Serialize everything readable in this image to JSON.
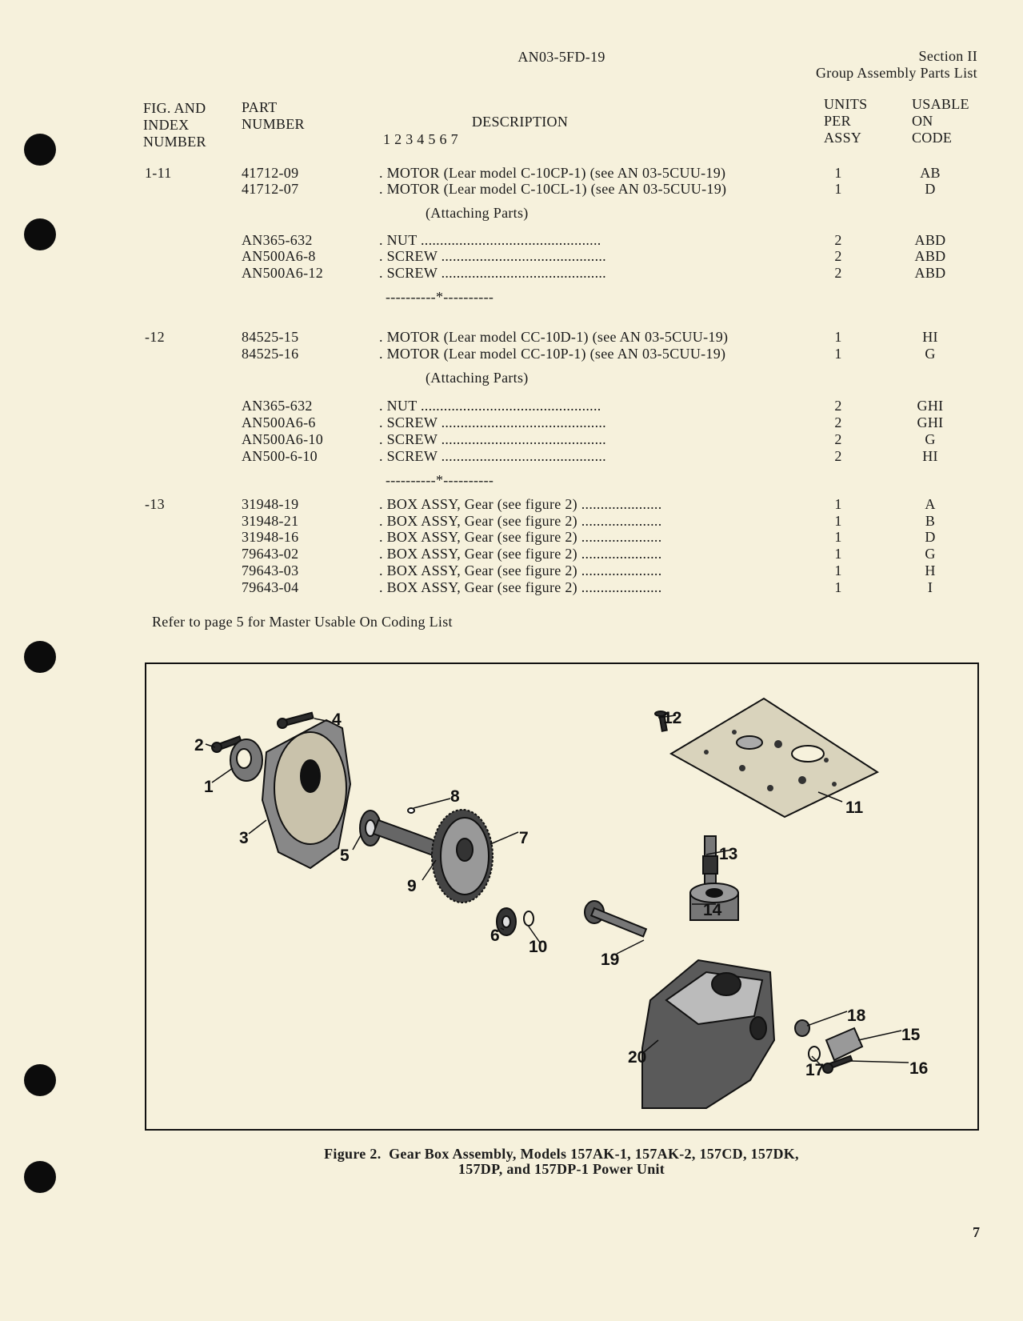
{
  "header": {
    "doc_number": "AN03-5FD-19",
    "section": "Section II",
    "section_title": "Group Assembly Parts List"
  },
  "columns": {
    "fig_index": [
      "FIG. AND",
      "INDEX",
      "NUMBER"
    ],
    "part_number": [
      "PART",
      "NUMBER"
    ],
    "description": "DESCRIPTION",
    "indent_levels": "1 2 3 4 5 6 7",
    "units": [
      "UNITS",
      "PER",
      "ASSY"
    ],
    "usable_on": [
      "USABLE",
      "ON",
      "CODE"
    ]
  },
  "rows": [
    {
      "index": "1-11",
      "part": "41712-09",
      "desc": ". MOTOR (Lear model C-10CP-1) (see AN 03-5CUU-19)",
      "units": "1",
      "code": "AB"
    },
    {
      "index": "",
      "part": "41712-07",
      "desc": ". MOTOR (Lear model C-10CL-1) (see AN 03-5CUU-19)",
      "units": "1",
      "code": "D"
    },
    {
      "note": "(Attaching Parts)"
    },
    {
      "index": "",
      "part": "AN365-632",
      "desc": ". NUT ...............................................",
      "units": "2",
      "code": "ABD"
    },
    {
      "index": "",
      "part": "AN500A6-8",
      "desc": ". SCREW ...........................................",
      "units": "2",
      "code": "ABD"
    },
    {
      "index": "",
      "part": "AN500A6-12",
      "desc": ". SCREW ...........................................",
      "units": "2",
      "code": "ABD"
    },
    {
      "separator": "----------*----------"
    },
    {
      "index": "-12",
      "part": "84525-15",
      "desc": ". MOTOR (Lear model CC-10D-1) (see AN 03-5CUU-19)",
      "units": "1",
      "code": "HI"
    },
    {
      "index": "",
      "part": "84525-16",
      "desc": ". MOTOR (Lear model CC-10P-1) (see AN 03-5CUU-19)",
      "units": "1",
      "code": "G"
    },
    {
      "note": "(Attaching Parts)"
    },
    {
      "index": "",
      "part": "AN365-632",
      "desc": ". NUT ...............................................",
      "units": "2",
      "code": "GHI"
    },
    {
      "index": "",
      "part": "AN500A6-6",
      "desc": ". SCREW ...........................................",
      "units": "2",
      "code": "GHI"
    },
    {
      "index": "",
      "part": "AN500A6-10",
      "desc": ". SCREW ...........................................",
      "units": "2",
      "code": "G"
    },
    {
      "index": "",
      "part": "AN500-6-10",
      "desc": ". SCREW ...........................................",
      "units": "2",
      "code": "HI"
    },
    {
      "separator": "----------*----------"
    },
    {
      "index": "-13",
      "part": "31948-19",
      "desc": ". BOX ASSY, Gear (see figure 2) .....................",
      "units": "1",
      "code": "A"
    },
    {
      "index": "",
      "part": "31948-21",
      "desc": ". BOX ASSY, Gear (see figure 2) .....................",
      "units": "1",
      "code": "B"
    },
    {
      "index": "",
      "part": "31948-16",
      "desc": ". BOX ASSY, Gear (see figure 2) .....................",
      "units": "1",
      "code": "D"
    },
    {
      "index": "",
      "part": "79643-02",
      "desc": ". BOX ASSY, Gear (see figure 2) .....................",
      "units": "1",
      "code": "G"
    },
    {
      "index": "",
      "part": "79643-03",
      "desc": ". BOX ASSY, Gear (see figure 2) .....................",
      "units": "1",
      "code": "H"
    },
    {
      "index": "",
      "part": "79643-04",
      "desc": ". BOX ASSY, Gear (see figure 2) .....................",
      "units": "1",
      "code": "I"
    }
  ],
  "footnote": "Refer to page 5 for Master Usable On Coding List",
  "figure": {
    "callouts": [
      "1",
      "2",
      "3",
      "4",
      "5",
      "6",
      "7",
      "8",
      "9",
      "10",
      "11",
      "12",
      "13",
      "14",
      "15",
      "16",
      "17",
      "18",
      "19",
      "20"
    ],
    "caption_line1": "Figure 2.  Gear Box Assembly, Models 157AK-1, 157AK-2, 157CD, 157DK,",
    "caption_line2": "157DP, and 157DP-1 Power Unit"
  },
  "page_number": "7"
}
